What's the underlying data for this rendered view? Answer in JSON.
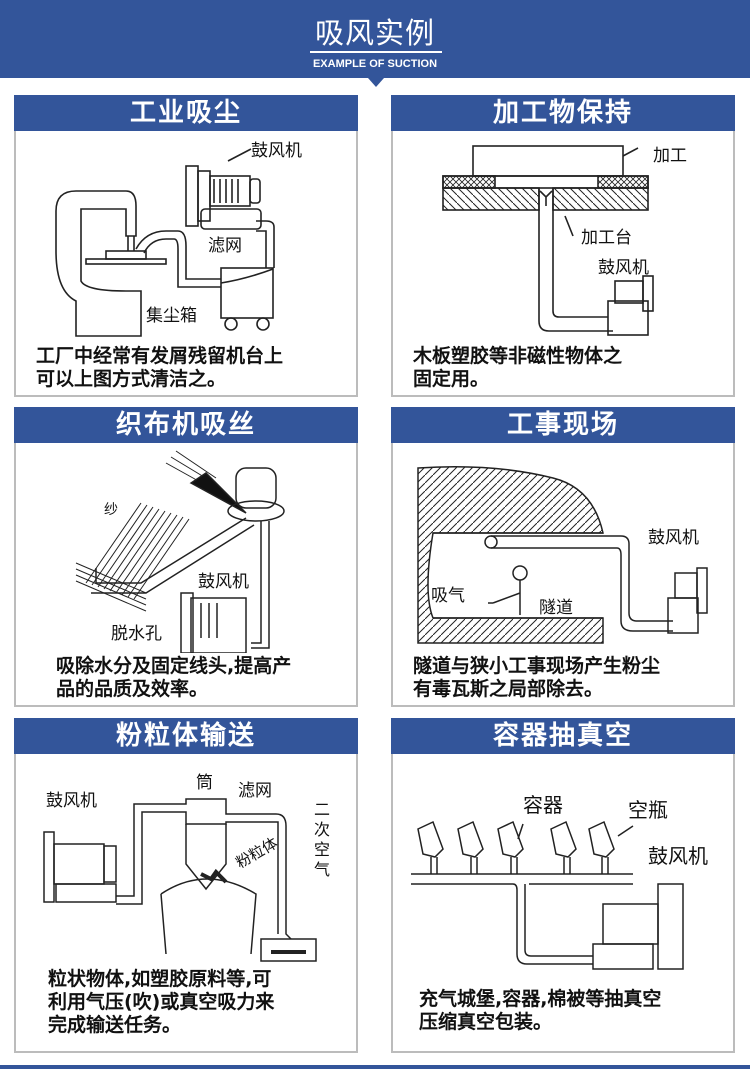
{
  "header": {
    "title": "吸风实例",
    "subtitle": "EXAMPLE OF SUCTION",
    "color": "#33559a"
  },
  "cards": [
    {
      "title": "工业吸尘",
      "labels": [
        "鼓风机",
        "滤网",
        "集尘箱"
      ],
      "caption_lines": [
        "工厂中经常有发屑残留机台上",
        "可以上图方式清洁之。"
      ]
    },
    {
      "title": "加工物保持",
      "labels": [
        "加工",
        "加工台",
        "鼓风机"
      ],
      "caption_lines": [
        "木板塑胶等非磁性物体之",
        "固定用。"
      ]
    },
    {
      "title": "织布机吸丝",
      "labels": [
        "纱",
        "鼓风机",
        "脱水孔"
      ],
      "caption_lines": [
        "吸除水分及固定线头,提高产",
        "品的品质及效率。"
      ]
    },
    {
      "title": "工事现场",
      "labels": [
        "鼓风机",
        "吸气",
        "隧道"
      ],
      "caption_lines": [
        "隧道与狭小工事现场产生粉尘",
        "有毒瓦斯之局部除去。"
      ]
    },
    {
      "title": "粉粒体输送",
      "labels": [
        "鼓风机",
        "筒",
        "滤网",
        "粉粒体",
        "二次空气"
      ],
      "caption_lines": [
        "粒状物体,如塑胶原料等,可",
        "利用气压(吹)或真空吸力来",
        "完成输送任务。"
      ]
    },
    {
      "title": "容器抽真空",
      "labels": [
        "容器",
        "空瓶",
        "鼓风机"
      ],
      "caption_lines": [
        "充气城堡,容器,棉被等抽真空",
        "压缩真空包装。"
      ]
    }
  ]
}
